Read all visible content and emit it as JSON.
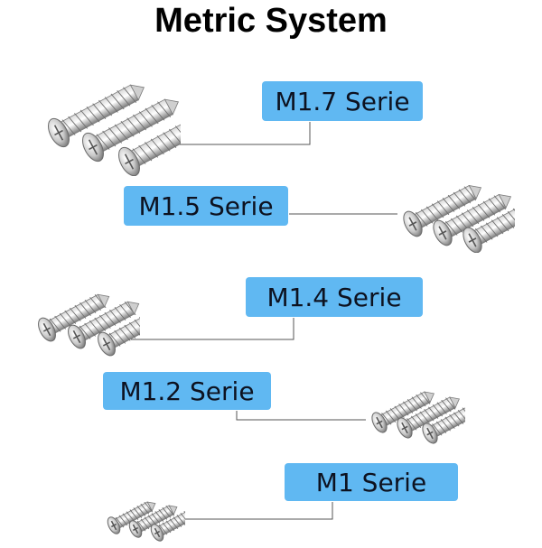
{
  "title": "Metric System",
  "series": [
    {
      "id": "m17",
      "label": "M1.7 Serie"
    },
    {
      "id": "m15",
      "label": "M1.5 Serie"
    },
    {
      "id": "m14",
      "label": "M1.4 Serie"
    },
    {
      "id": "m12",
      "label": "M1.2 Serie"
    },
    {
      "id": "m1",
      "label": "M1 Serie"
    }
  ],
  "colors": {
    "label_bg": "#60b8f2",
    "label_text": "#0d1220",
    "leader_line": "#555555",
    "metal_light": "#f2f2f2",
    "metal_dark": "#8a8a8a"
  }
}
